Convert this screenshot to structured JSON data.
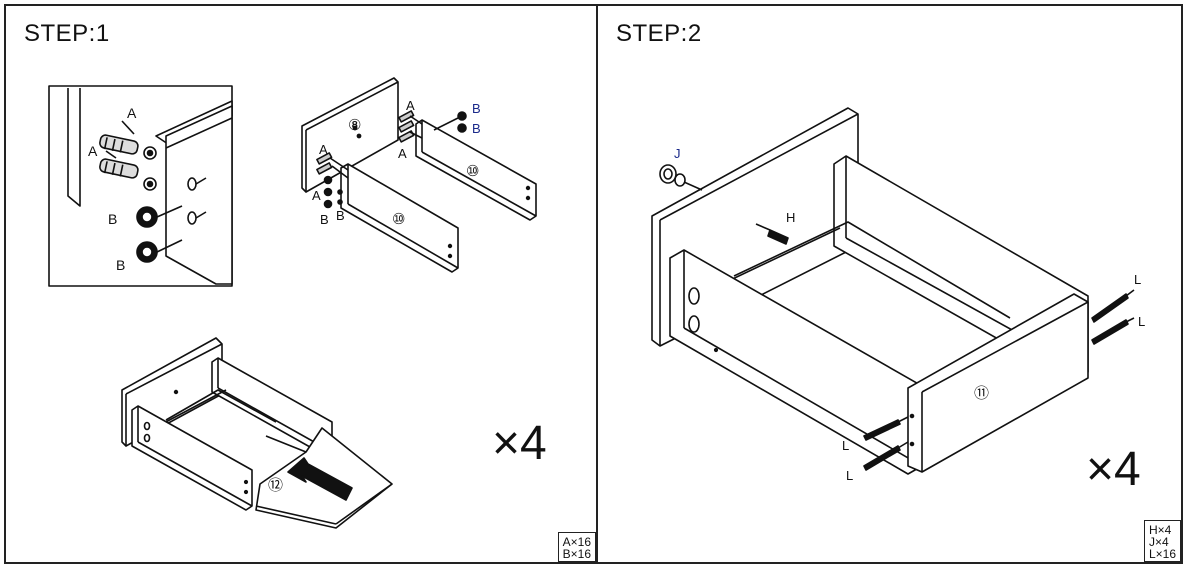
{
  "step1": {
    "title": "STEP:1",
    "multiplier": "×4",
    "parts": [
      "A×16",
      "B×16"
    ],
    "callouts": {
      "a": "A",
      "b": "B"
    },
    "panel_labels": {
      "p8": "⑧",
      "p10": "⑩",
      "p12": "⑫"
    }
  },
  "step2": {
    "title": "STEP:2",
    "multiplier": "×4",
    "parts": [
      "H×4",
      "J×4",
      "L×16"
    ],
    "callouts": {
      "h": "H",
      "j": "J",
      "l": "L"
    },
    "panel_labels": {
      "p11": "⑪"
    }
  }
}
